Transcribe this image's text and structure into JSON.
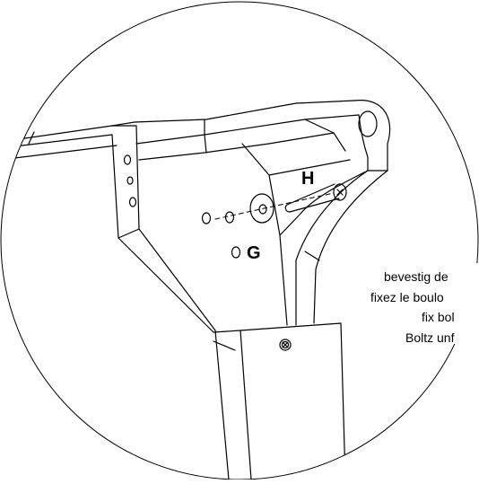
{
  "labels": {
    "part_g": "G",
    "part_h": "H"
  },
  "instructions": [
    "bevestig de",
    "fixez le boulo",
    "fix bol",
    "Boltz unf"
  ],
  "colors": {
    "line": "#000000",
    "background": "#ffffff"
  }
}
